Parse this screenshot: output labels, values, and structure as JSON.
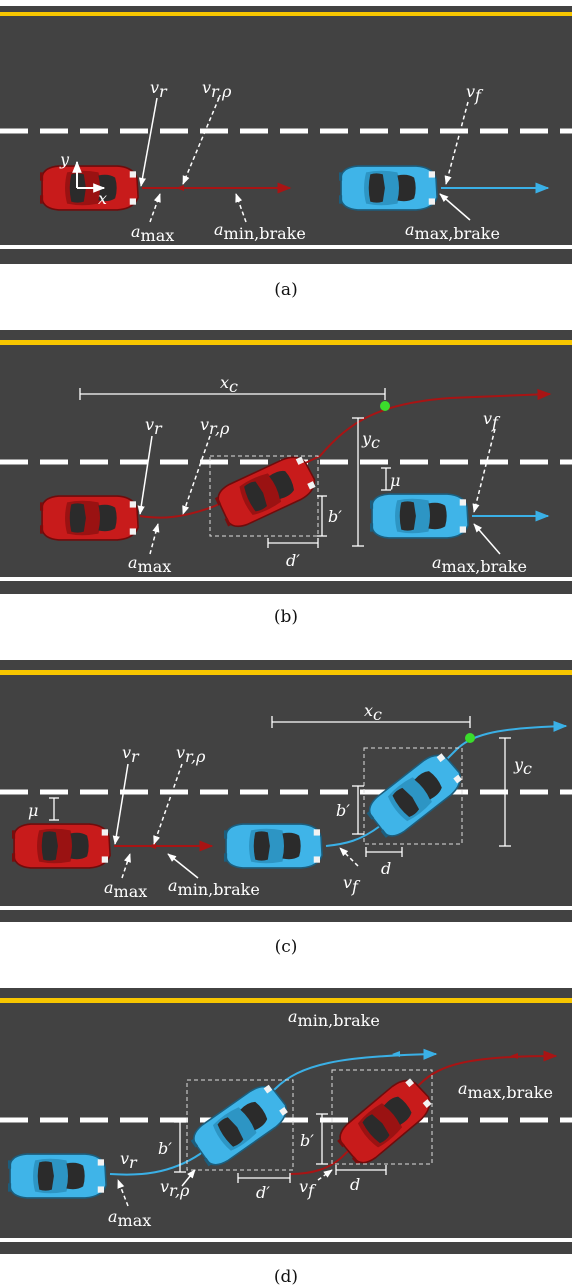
{
  "colors": {
    "asphalt": "#424242",
    "yellow_line": "#f7c600",
    "white_line": "#ffffff",
    "red_car": "#c81b1b",
    "blue_car": "#3fb4e8",
    "red_path": "#a81414",
    "blue_path": "#3ab0e6",
    "marker": "#3bdc2c"
  },
  "panels": [
    {
      "caption": "(a)",
      "axes": {
        "x": "x",
        "y": "y"
      },
      "labels": {
        "vr": "v",
        "vr_sub": "r",
        "vrp": "v",
        "vrp_sub": "r,ρ",
        "vf": "v",
        "vf_sub": "f",
        "amax": "a",
        "amax_sub": "max",
        "aminb": "a",
        "aminb_sub": "min,brake",
        "amaxb": "a",
        "amaxb_sub": "max,brake"
      }
    },
    {
      "caption": "(b)",
      "labels": {
        "xc": "x",
        "xc_sub": "c",
        "yc": "y",
        "yc_sub": "c",
        "vr": "v",
        "vr_sub": "r",
        "vrp": "v",
        "vrp_sub": "r,ρ",
        "vf": "v",
        "vf_sub": "f",
        "mu": "μ",
        "b": "b′",
        "d": "d′",
        "amax": "a",
        "amax_sub": "max",
        "amaxb": "a",
        "amaxb_sub": "max,brake"
      }
    },
    {
      "caption": "(c)",
      "labels": {
        "xc": "x",
        "xc_sub": "c",
        "yc": "y",
        "yc_sub": "c",
        "vr": "v",
        "vr_sub": "r",
        "vrp": "v",
        "vrp_sub": "r,ρ",
        "vf": "v",
        "vf_sub": "f",
        "mu": "μ",
        "b": "b′",
        "d": "d",
        "amax": "a",
        "amax_sub": "max",
        "aminb": "a",
        "aminb_sub": "min,brake"
      }
    },
    {
      "caption": "(d)",
      "labels": {
        "aminb": "a",
        "aminb_sub": "min,brake",
        "amaxb": "a",
        "amaxb_sub": "max,brake",
        "vr": "v",
        "vr_sub": "r",
        "vrp": "v",
        "vrp_sub": "r,ρ",
        "vf": "v",
        "vf_sub": "f",
        "amax": "a",
        "amax_sub": "max",
        "b1": "b′",
        "b2": "b′",
        "d1": "d′",
        "d2": "d"
      }
    }
  ]
}
